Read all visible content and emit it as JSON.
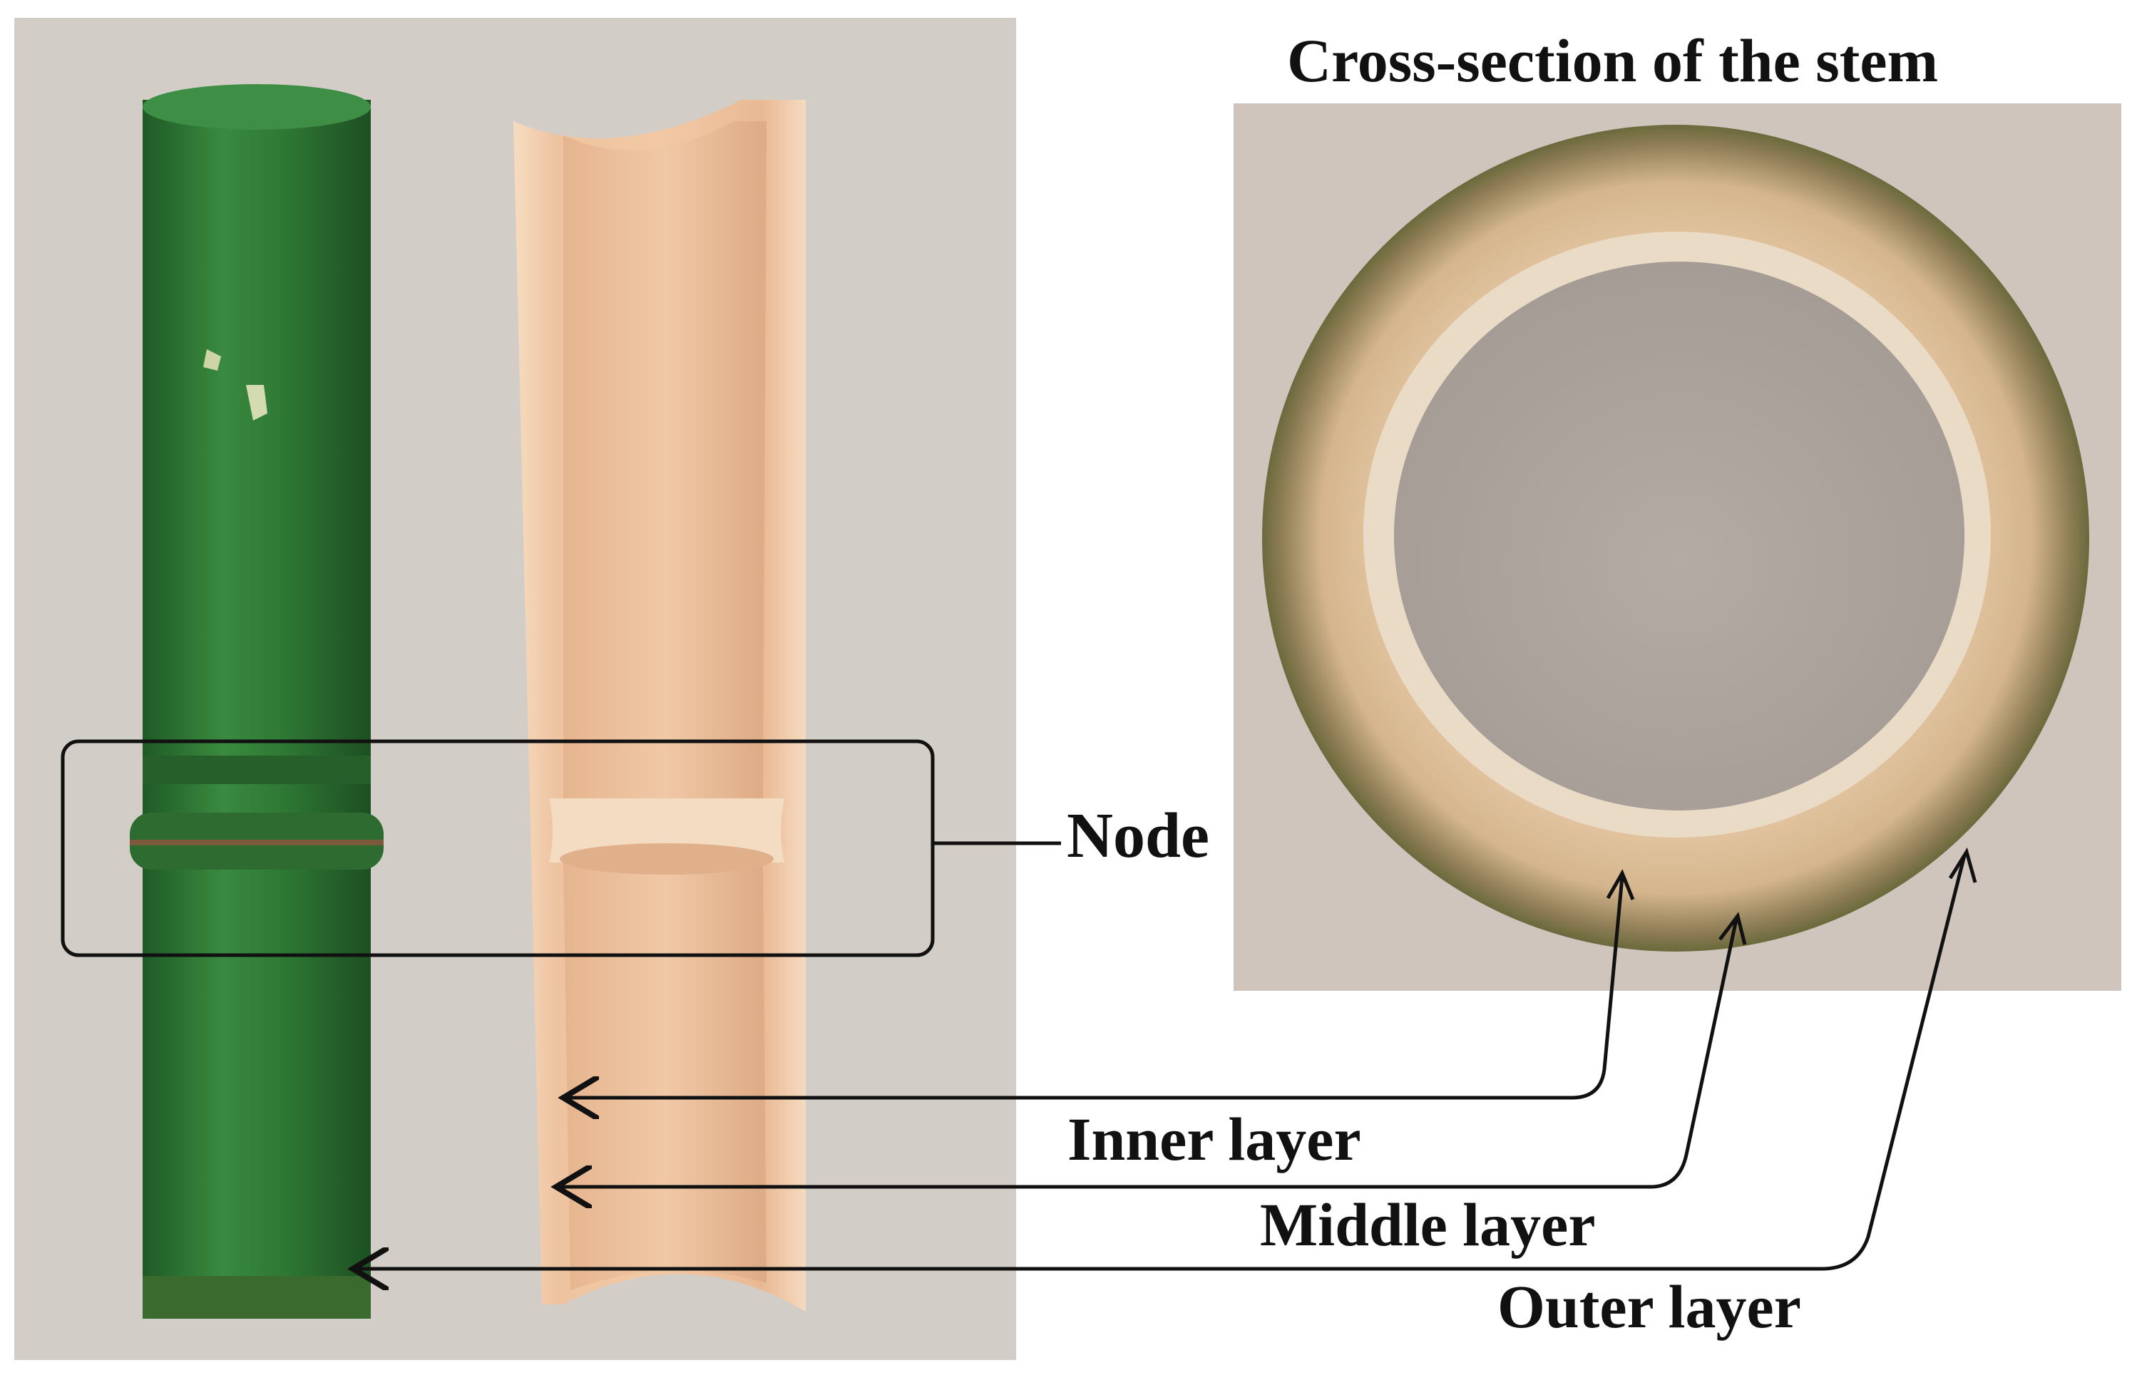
{
  "labels": {
    "title": "Cross-section of the stem",
    "node": "Node",
    "inner_layer": "Inner layer",
    "middle_layer": "Middle layer",
    "outer_layer": "Outer layer"
  },
  "colors": {
    "background": "#ffffff",
    "photo_background": "#d3cdc8",
    "green_stem": "#2f7a35",
    "split_stem": "#efcba9",
    "annotation": "#111111"
  }
}
